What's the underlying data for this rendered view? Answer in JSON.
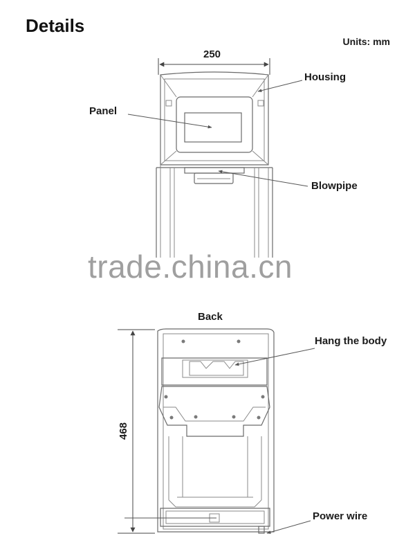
{
  "page": {
    "title": "Details",
    "units": "Units: mm"
  },
  "front_view": {
    "width_dimension": "250",
    "callouts": {
      "housing": "Housing",
      "panel": "Panel",
      "blowpipe": "Blowpipe"
    }
  },
  "back_view": {
    "label": "Back",
    "height_dimension": "468",
    "callouts": {
      "hang_the_body": "Hang the body",
      "power_wire": "Power wire"
    }
  },
  "watermark": {
    "text": "trade.china.cn"
  },
  "colors": {
    "line": "#6a6a6a",
    "text": "#1a1a1a",
    "watermark": "#8f8f8f"
  }
}
